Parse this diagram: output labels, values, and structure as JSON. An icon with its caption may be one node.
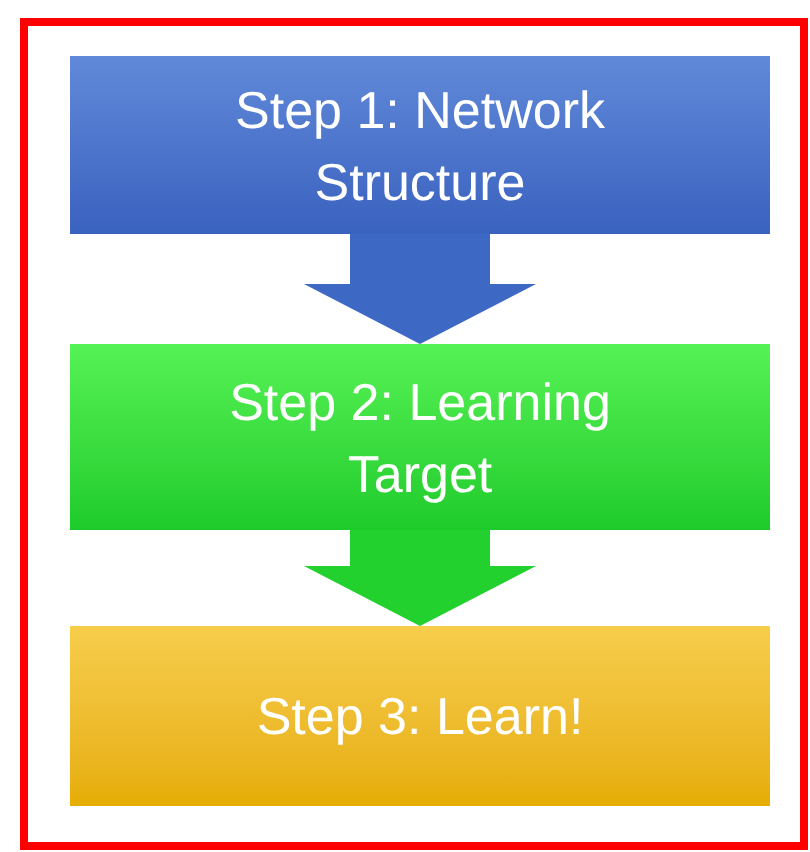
{
  "diagram": {
    "nodes": [
      {
        "text": [
          "Step 1: Network Structure"
        ]
      },
      {
        "text": [
          "Step 2: Learning Target"
        ]
      },
      {
        "text": [
          "Step 3: Learn!"
        ]
      }
    ],
    "edges": [
      {
        "from": 0,
        "to": 1,
        "arrow": "to",
        "color": "#3d68c4"
      },
      {
        "from": 1,
        "to": 2,
        "arrow": "to",
        "color": "#22d02e"
      }
    ]
  }
}
